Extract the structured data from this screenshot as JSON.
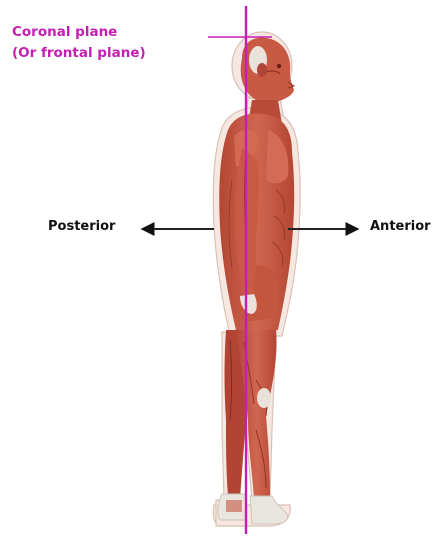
{
  "diagram": {
    "plane": {
      "line1": "Coronal plane",
      "line2": "(Or frontal plane)"
    },
    "directions": {
      "posterior": "Posterior",
      "anterior": "Anterior"
    },
    "colors": {
      "plane": "#c41fb2",
      "arrow": "#222222",
      "muscle": "#c5553f",
      "muscle_dark": "#8e3124",
      "skin": "#f4e4dc",
      "bone": "#e9e6e0"
    }
  }
}
